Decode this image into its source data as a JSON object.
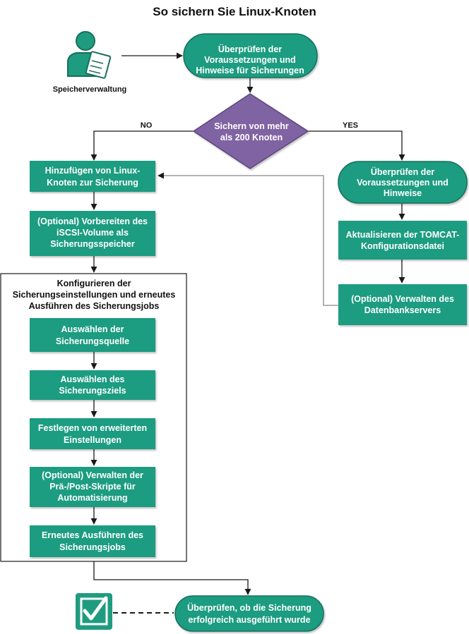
{
  "title": "So sichern Sie Linux-Knoten",
  "role_label": "Speicherverwaltung",
  "start": [
    "Überprüfen der",
    "Voraussetzungen und",
    "Hinweise für Sicherungen"
  ],
  "decision": [
    "Sichern von mehr",
    "als 200 Knoten"
  ],
  "no_label": "NO",
  "yes_label": "YES",
  "left": {
    "add_nodes": [
      "Hinzufügen von Linux-",
      "Knoten zur Sicherung"
    ],
    "prepare_iscsi": [
      "(Optional) Vorbereiten des",
      "iSCSI-Volume als",
      "Sicherungsspeicher"
    ],
    "configure_group_title": [
      "Konfigurieren der",
      "Sicherungseinstellungen und erneutes",
      "Ausführen des Sicherungsjobs"
    ],
    "steps": [
      [
        "Auswählen der",
        "Sicherungsquelle"
      ],
      [
        "Auswählen des",
        "Sicherungsziels"
      ],
      [
        "Festlegen von erweiterten",
        "Einstellungen"
      ],
      [
        "(Optional) Verwalten der",
        "Prä-/Post-Skripte für",
        "Automatisierung"
      ],
      [
        "Erneutes Ausführen des",
        "Sicherungsjobs"
      ]
    ]
  },
  "right": {
    "review": [
      "Überprüfen der",
      "Voraussetzungen und",
      "Hinweise"
    ],
    "update_tomcat": [
      "Aktualisieren der TOMCAT-",
      "Konfigurationsdatei"
    ],
    "manage_db": [
      "(Optional) Verwalten des",
      "Datenbankservers"
    ]
  },
  "verify": [
    "Überprüfen, ob die Sicherung",
    "erfolgreich ausgeführt wurde"
  ],
  "colors": {
    "teal": "#1f9c80",
    "purple": "#8064a2",
    "line": "#1a1a1a",
    "gray_line": "#888888"
  },
  "icons": [
    "user-clipboard-icon",
    "checkbox-icon"
  ]
}
